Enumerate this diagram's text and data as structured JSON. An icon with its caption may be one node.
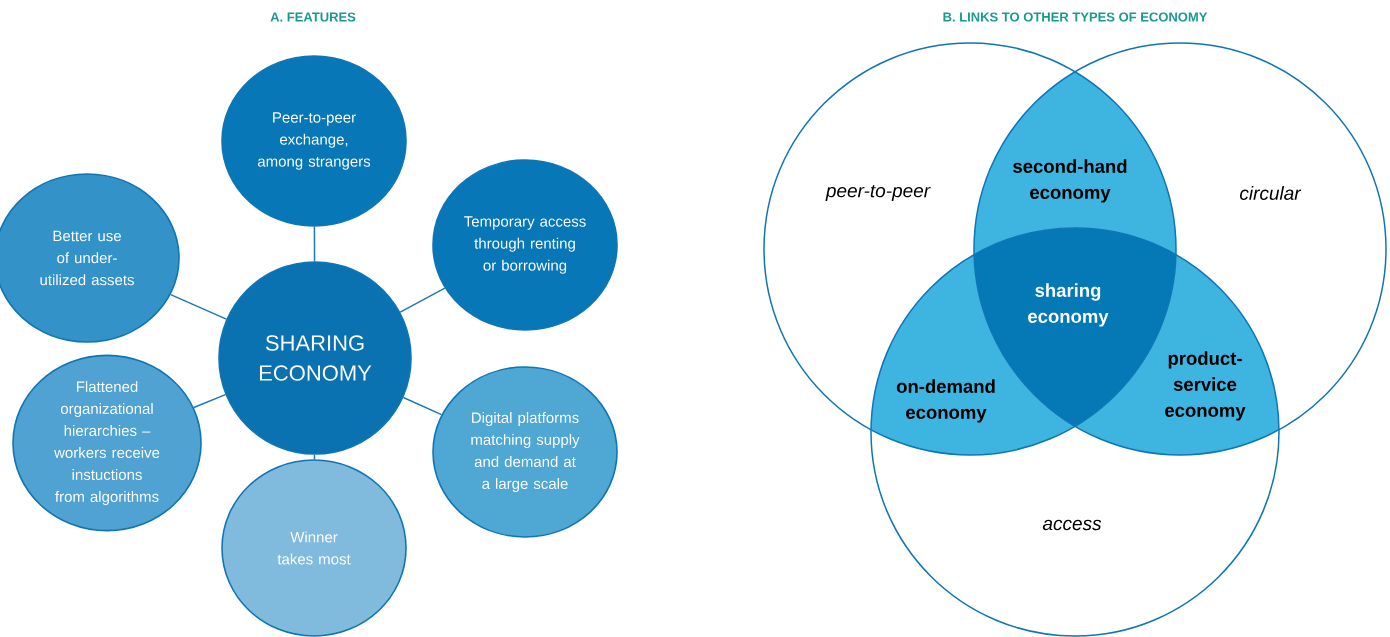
{
  "diagram": {
    "nodes": [
      {
        "text": [
          "SHARING ECONOMY"
        ]
      },
      {
        "text": [
          "Peer-to-peer exchange, among strangers"
        ]
      },
      {
        "text": [
          "Temporary access through renting or borrowing"
        ]
      },
      {
        "text": [
          "Better use of under-utilized assets"
        ]
      },
      {
        "text": [
          "Flattened organizational hierarchies – workers receive instuctions from algorithms"
        ]
      },
      {
        "text": [
          "Digital platforms matching supply and demand at a large scale"
        ]
      },
      {
        "text": [
          "Winner takes most"
        ]
      },
      {
        "text": [
          "peer-to-peer"
        ]
      },
      {
        "text": [
          "circular"
        ]
      },
      {
        "text": [
          "access"
        ]
      },
      {
        "text": [
          "second-hand economy"
        ]
      },
      {
        "text": [
          "on-demand economy"
        ]
      },
      {
        "text": [
          "product-service economy"
        ]
      },
      {
        "text": [
          "sharing economy"
        ]
      }
    ],
    "edges": [
      {
        "from": 0,
        "to": 1,
        "arrow": "none"
      },
      {
        "from": 0,
        "to": 2,
        "arrow": "none"
      },
      {
        "from": 0,
        "to": 3,
        "arrow": "none"
      },
      {
        "from": 0,
        "to": 4,
        "arrow": "none"
      },
      {
        "from": 0,
        "to": 5,
        "arrow": "none"
      },
      {
        "from": 0,
        "to": 6,
        "arrow": "none"
      }
    ],
    "labels": [
      "A. FEATURES",
      "B. LINKS TO OTHER TYPES OF ECONOMY"
    ]
  }
}
